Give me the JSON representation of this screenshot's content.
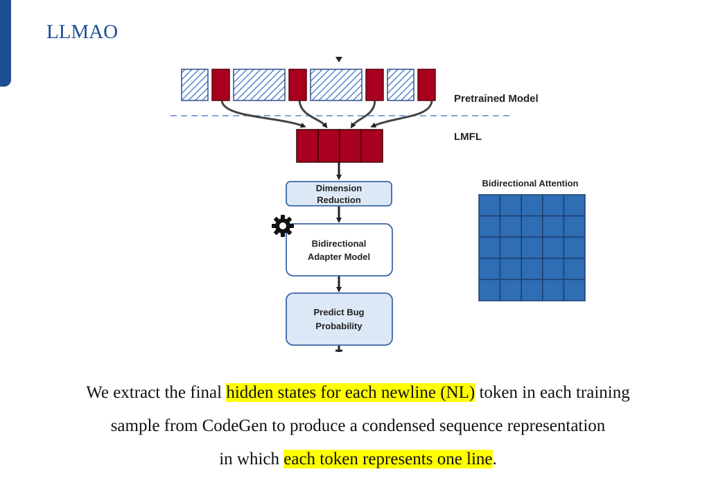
{
  "slide": {
    "title": "LLMAO",
    "accent_color": "#1f4e96"
  },
  "diagram": {
    "labels": {
      "pretrained_model": "Pretrained Model",
      "lmfl": "LMFL",
      "bidirectional_attention": "Bidirectional Attention"
    },
    "boxes": {
      "dimension_reduction": [
        "Dimension",
        "Reduction"
      ],
      "adapter_model": [
        "Bidirectional",
        "Adapter Model"
      ],
      "predict_bug": [
        "Predict Bug",
        "Probability"
      ]
    },
    "colors": {
      "token_red": "#a8001e",
      "hatch_blue": "#3e74c8",
      "box_fill": "#dce8f5",
      "box_border": "#3b66a8",
      "attention_cell": "#2f6db5",
      "dashed_line": "#5b84c4"
    },
    "token_sequence": [
      "hatched",
      "red",
      "hatched-wide",
      "red",
      "hatched-wide",
      "red",
      "hatched",
      "red"
    ],
    "lmfl_token_count": 4,
    "attention_grid": {
      "rows": 5,
      "cols": 5
    },
    "gear_icon": "gear-icon"
  },
  "caption": {
    "line1": {
      "pre": "We extract the final ",
      "highlight": "hidden states for each newline (NL)",
      "post": " token in each training"
    },
    "line2": "sample from CodeGen to produce a condensed sequence representation",
    "line3": {
      "pre": "in which ",
      "highlight": "each token represents one line",
      "post": "."
    }
  }
}
